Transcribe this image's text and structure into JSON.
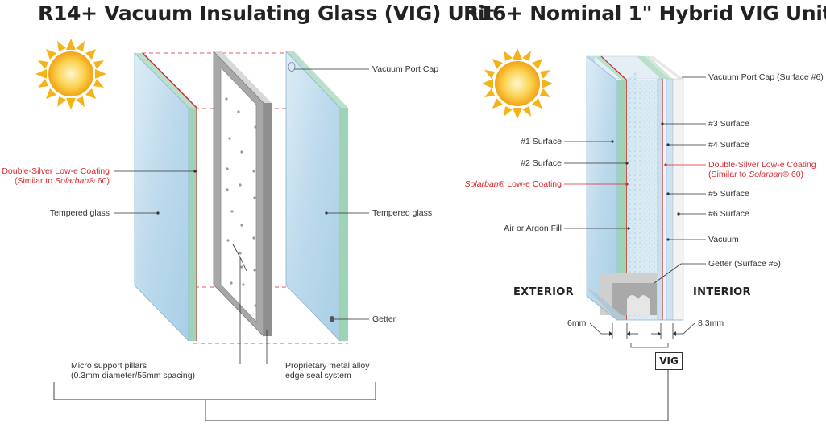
{
  "left": {
    "title": "R14+ Vacuum Insulating Glass (VIG) Unit",
    "labels": {
      "vacuum_port_cap": "Vacuum Port Cap",
      "lowe_line1": "Double-Silver Low-e Coating",
      "lowe_line2_prefix": "(Similar to ",
      "lowe_line2_brand": "Solarban",
      "lowe_line2_suffix": "® 60)",
      "tempered_glass_left": "Tempered glass",
      "tempered_glass_right": "Tempered glass",
      "getter": "Getter",
      "pillars_line1": "Micro support pillars",
      "pillars_line2": "(0.3mm diameter/55mm spacing)",
      "edge_seal_line1": "Proprietary metal alloy",
      "edge_seal_line2": "edge seal system"
    }
  },
  "right": {
    "title": "R16+ Nominal 1\" Hybrid VIG Unit",
    "labels": {
      "vacuum_port_cap": "Vacuum Port Cap (Surface #6)",
      "surface3": "#3 Surface",
      "surface4": "#4 Surface",
      "surface1": "#1 Surface",
      "surface2": "#2 Surface",
      "lowe_line1": "Double-Silver Low-e Coating",
      "lowe_line2_prefix": "(Similar to ",
      "lowe_line2_brand": "Solarban",
      "lowe_line2_suffix": "® 60)",
      "solarban_brand": "Solarban",
      "solarban_suffix": "® Low-e Coating",
      "surface5": "#5 Surface",
      "surface6": "#6 Surface",
      "air_argon": "Air or Argon Fill",
      "vacuum": "Vacuum",
      "getter": "Getter (Surface #5)",
      "exterior": "EXTERIOR",
      "interior": "INTERIOR",
      "dim_6mm": "6mm",
      "dim_83mm": "8.3mm",
      "vig": "VIG"
    }
  },
  "colors": {
    "glass": "#c9e2f1",
    "glass_edge": "#9fd3b8",
    "coating": "#d9282f",
    "sun": "#f5b31a",
    "spacer": "#b8b8b8"
  }
}
